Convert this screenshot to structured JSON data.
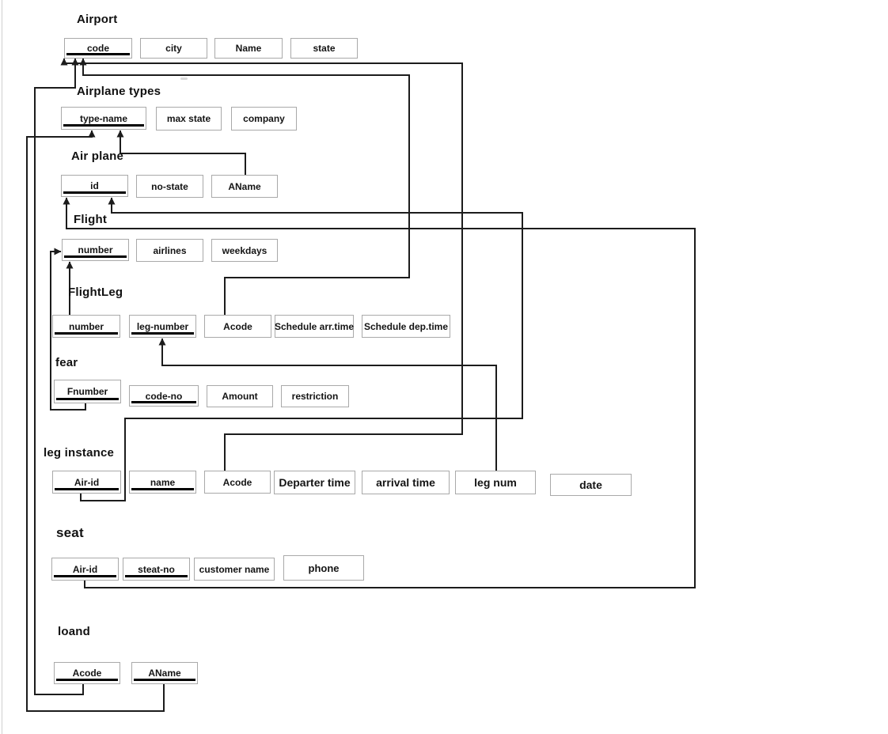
{
  "canvas": {
    "background": "#ffffff",
    "line_color": "#1c1c1c",
    "box_border_color": "#a9a9a9",
    "pk_bar_color": "#000000"
  },
  "entities": [
    {
      "title": "Airport",
      "fields": [
        {
          "label": "code",
          "pk": true
        },
        {
          "label": "city",
          "pk": false
        },
        {
          "label": "Name",
          "pk": false
        },
        {
          "label": "state",
          "pk": false
        }
      ]
    },
    {
      "title": "Airplane types",
      "fields": [
        {
          "label": "type-name",
          "pk": true
        },
        {
          "label": "max state",
          "pk": false
        },
        {
          "label": "company",
          "pk": false
        }
      ]
    },
    {
      "title": "Air plane",
      "fields": [
        {
          "label": "id",
          "pk": true
        },
        {
          "label": "no-state",
          "pk": false
        },
        {
          "label": "AName",
          "pk": false
        }
      ]
    },
    {
      "title": "Flight",
      "fields": [
        {
          "label": "number",
          "pk": true
        },
        {
          "label": "airlines",
          "pk": false
        },
        {
          "label": "weekdays",
          "pk": false
        }
      ]
    },
    {
      "title": "FlightLeg",
      "fields": [
        {
          "label": "number",
          "pk": true
        },
        {
          "label": "leg-number",
          "pk": true
        },
        {
          "label": "Acode",
          "pk": false
        },
        {
          "label": "Schedule arr.time",
          "pk": false
        },
        {
          "label": "Schedule dep.time",
          "pk": false
        }
      ]
    },
    {
      "title": "fear",
      "fields": [
        {
          "label": "Fnumber",
          "pk": true
        },
        {
          "label": "code-no",
          "pk": true
        },
        {
          "label": "Amount",
          "pk": false
        },
        {
          "label": "restriction",
          "pk": false
        }
      ]
    },
    {
      "title": "leg instance",
      "fields": [
        {
          "label": "Air-id",
          "pk": true
        },
        {
          "label": "name",
          "pk": true
        },
        {
          "label": "Acode",
          "pk": false
        },
        {
          "label": "Departer time",
          "pk": false
        },
        {
          "label": "arrival time",
          "pk": false
        },
        {
          "label": "leg num",
          "pk": false
        },
        {
          "label": "date",
          "pk": false
        }
      ]
    },
    {
      "title": "seat",
      "fields": [
        {
          "label": "Air-id",
          "pk": true
        },
        {
          "label": "steat-no",
          "pk": true
        },
        {
          "label": "customer name",
          "pk": false
        },
        {
          "label": "phone",
          "pk": false
        }
      ]
    },
    {
      "title": "loand",
      "fields": [
        {
          "label": "Acode",
          "pk": true
        },
        {
          "label": "AName",
          "pk": true
        }
      ]
    }
  ],
  "connections": [
    {
      "from": "leg instance.Acode",
      "to": "Airport.code"
    },
    {
      "from": "FlightLeg.Acode",
      "to": "Airport.code"
    },
    {
      "from": "loand.Acode",
      "to": "Airport.code"
    },
    {
      "from": "loand.AName",
      "to": "Airplane types.type-name"
    },
    {
      "from": "Air plane.AName",
      "to": "Airplane types.type-name"
    },
    {
      "from": "FlightLeg.number",
      "to": "Flight.number"
    },
    {
      "from": "fear.Fnumber",
      "to": "Flight.number"
    },
    {
      "from": "leg instance.leg num",
      "to": "FlightLeg.leg-number"
    },
    {
      "from": "leg instance.Air-id",
      "to": "Air plane.id"
    },
    {
      "from": "seat.Air-id",
      "to": "Air plane.id"
    }
  ]
}
